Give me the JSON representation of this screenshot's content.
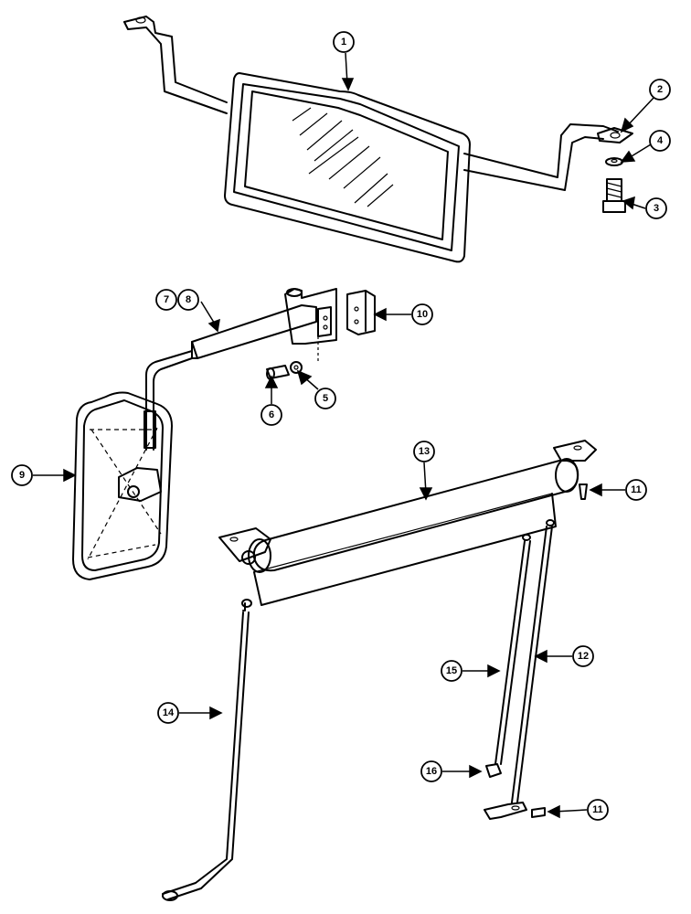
{
  "callouts": [
    {
      "id": "c1",
      "label": "1"
    },
    {
      "id": "c2",
      "label": "2"
    },
    {
      "id": "c4",
      "label": "4"
    },
    {
      "id": "c3",
      "label": "3"
    },
    {
      "id": "c7",
      "label": "7"
    },
    {
      "id": "c8",
      "label": "8"
    },
    {
      "id": "c10",
      "label": "10"
    },
    {
      "id": "c6",
      "label": "6"
    },
    {
      "id": "c5",
      "label": "5"
    },
    {
      "id": "c9",
      "label": "9"
    },
    {
      "id": "c13",
      "label": "13"
    },
    {
      "id": "c11a",
      "label": "11"
    },
    {
      "id": "c12",
      "label": "12"
    },
    {
      "id": "c15",
      "label": "15"
    },
    {
      "id": "c14",
      "label": "14"
    },
    {
      "id": "c16",
      "label": "16"
    },
    {
      "id": "c11b",
      "label": "11"
    }
  ],
  "colors": {
    "ink": "#000000",
    "paper": "#ffffff"
  }
}
